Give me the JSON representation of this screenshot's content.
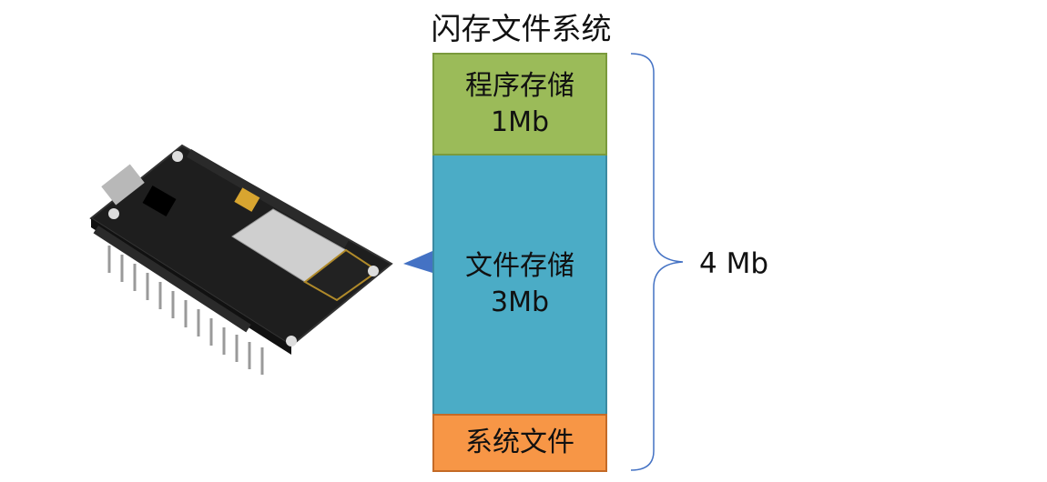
{
  "title": "闪存文件系统",
  "blocks": [
    {
      "label": "程序存储",
      "size": "1Mb",
      "color": "#9bbb59"
    },
    {
      "label": "文件存储",
      "size": "3Mb",
      "color": "#4bacc6"
    },
    {
      "label": "系统文件",
      "color": "#f79646"
    }
  ],
  "total": "4 Mb",
  "pointer_color": "#4472c4"
}
